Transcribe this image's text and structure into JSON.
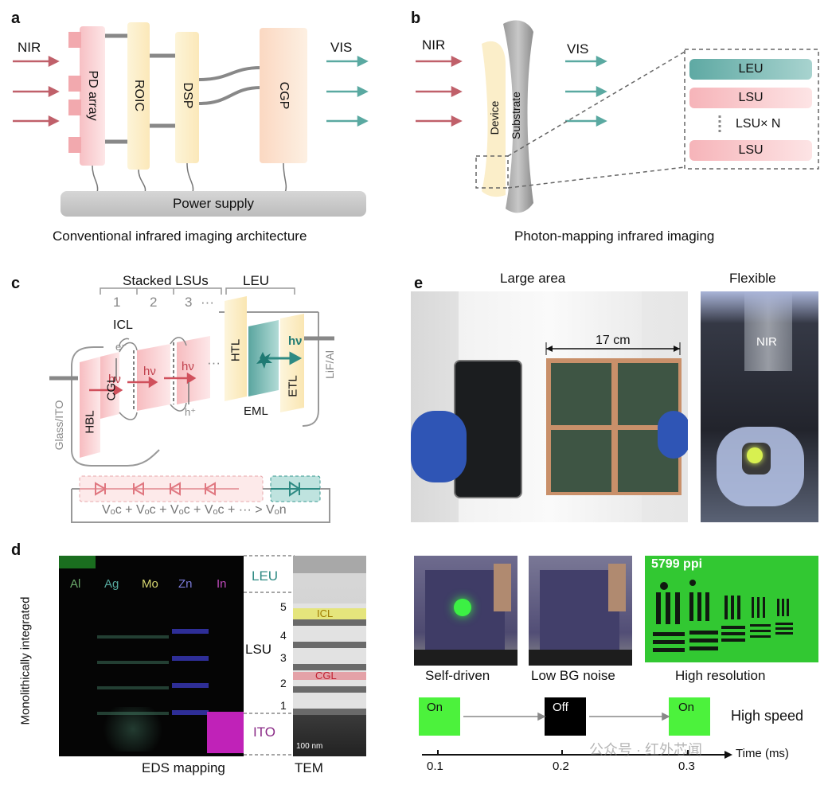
{
  "panels": {
    "a": "a",
    "b": "b",
    "c": "c",
    "d": "d",
    "e": "e"
  },
  "a": {
    "nir": "NIR",
    "vis": "VIS",
    "pd": "PD array",
    "roic": "ROIC",
    "dsp": "DSP",
    "cgp": "CGP",
    "power": "Power supply",
    "caption": "Conventional infrared imaging architecture"
  },
  "b": {
    "nir": "NIR",
    "vis": "VIS",
    "device": "Device",
    "substrate": "Substrate",
    "leu": "LEU",
    "lsu1": "LSU",
    "lsun": "LSU× N",
    "lsu2": "LSU",
    "caption": "Photon-mapping infrared imaging"
  },
  "c": {
    "stacked": "Stacked LSUs",
    "leu": "LEU",
    "n1": "1",
    "n2": "2",
    "n3": "3",
    "dots": "···",
    "icl": "ICL",
    "e": "e⁻",
    "h": "h⁺",
    "hv": "hν",
    "htl": "HTL",
    "etl": "ETL",
    "eml": "EML",
    "hbl": "HBL",
    "cgl": "CGL",
    "lif": "LiF/Al",
    "glass": "Glass/ITO",
    "eq": "Vₒc + Vₒc + Vₒc + Vₒc + ··· > Vₒn"
  },
  "d": {
    "side": "Monolithically integrated",
    "elements": [
      "Al",
      "Ag",
      "Mo",
      "Zn",
      "In"
    ],
    "leu": "LEU",
    "lsu": "LSU",
    "ito": "ITO",
    "nums": [
      "5",
      "4",
      "3",
      "2",
      "1"
    ],
    "icl": "ICL",
    "cgl": "CGL",
    "scale": "100 nm",
    "eds": "EDS mapping",
    "tem": "TEM"
  },
  "e": {
    "large": "Large area",
    "flexible": "Flexible",
    "size": "17 cm",
    "nir": "NIR",
    "ppi": "5799 ppi",
    "self": "Self-driven",
    "lowbg": "Low BG noise",
    "highres": "High resolution",
    "speed": "High speed",
    "states": [
      "On",
      "Off",
      "On"
    ],
    "ticks": [
      "0.1",
      "0.2",
      "0.3"
    ],
    "time": "Time (ms)",
    "watermark": "公众号 · 红外芯闻"
  }
}
